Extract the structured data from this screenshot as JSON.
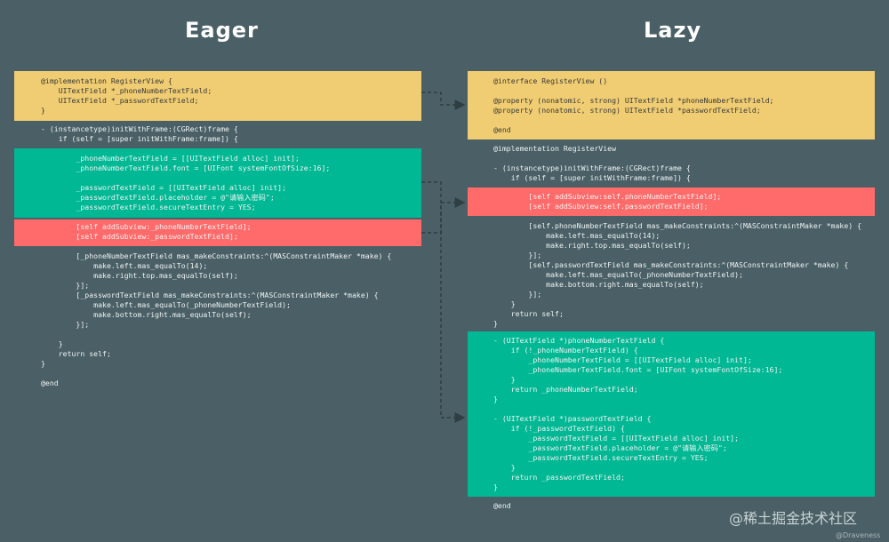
{
  "titles": {
    "left": "Eager",
    "right": "Lazy"
  },
  "colors": {
    "background": "#4a6066",
    "yellow": "#f0cd72",
    "green": "#00b894",
    "red": "#ff6b6b",
    "code_light": "#eef2f2",
    "code_dark": "#3a3a3a",
    "arrow": "#2f3e42"
  },
  "eager": {
    "header": [
      "@implementation RegisterView {",
      "    UITextField *_phoneNumberTextField;",
      "    UITextField *_passwordTextField;",
      "}"
    ],
    "init_head": [
      "- (instancetype)initWithFrame:(CGRect)frame {",
      "    if (self = [super initWithFrame:frame]) {"
    ],
    "create_block": [
      "        _phoneNumberTextField = [[UITextField alloc] init];",
      "        _phoneNumberTextField.font = [UIFont systemFontOfSize:16];",
      "",
      "        _passwordTextField = [[UITextField alloc] init];",
      "        _passwordTextField.placeholder = @\"请输入密码\";",
      "        _passwordTextField.secureTextEntry = YES;"
    ],
    "add_block": [
      "        [self addSubview:_phoneNumberTextField];",
      "        [self addSubview:_passwordTextField];"
    ],
    "tail": [
      "        [_phoneNumberTextField mas_makeConstraints:^(MASConstraintMaker *make) {",
      "            make.left.mas_equalTo(14);",
      "            make.right.top.mas_equalTo(self);",
      "        }];",
      "        [_passwordTextField mas_makeConstraints:^(MASConstraintMaker *make) {",
      "            make.left.mas_equalTo(_phoneNumberTextField);",
      "            make.bottom.right.mas_equalTo(self);",
      "        }];",
      "",
      "    }",
      "    return self;",
      "}",
      "",
      "@end"
    ]
  },
  "lazy": {
    "header": [
      "@interface RegisterView ()",
      "",
      "@property (nonatomic, strong) UITextField *phoneNumberTextField;",
      "@property (nonatomic, strong) UITextField *passwordTextField;",
      "",
      "@end"
    ],
    "init_head": [
      "@implementation RegisterView",
      "",
      "- (instancetype)initWithFrame:(CGRect)frame {",
      "    if (self = [super initWithFrame:frame]) {"
    ],
    "add_block": [
      "        [self addSubview:self.phoneNumberTextField];",
      "        [self addSubview:self.passwordTextField];"
    ],
    "middle": [
      "        [self.phoneNumberTextField mas_makeConstraints:^(MASConstraintMaker *make) {",
      "            make.left.mas_equalTo(14);",
      "            make.right.top.mas_equalTo(self);",
      "        }];",
      "        [self.passwordTextField mas_makeConstraints:^(MASConstraintMaker *make) {",
      "            make.left.mas_equalTo(_phoneNumberTextField);",
      "            make.bottom.right.mas_equalTo(self);",
      "        }];",
      "    }",
      "    return self;",
      "}"
    ],
    "getters": [
      "- (UITextField *)phoneNumberTextField {",
      "    if (!_phoneNumberTextField) {",
      "        _phoneNumberTextField = [[UITextField alloc] init];",
      "        _phoneNumberTextField.font = [UIFont systemFontOfSize:16];",
      "    }",
      "    return _phoneNumberTextField;",
      "}",
      "",
      "- (UITextField *)passwordTextField {",
      "    if (!_passwordTextField) {",
      "        _passwordTextField = [[UITextField alloc] init];",
      "        _passwordTextField.placeholder = @\"请输入密码\";",
      "        _passwordTextField.secureTextEntry = YES;",
      "    }",
      "    return _passwordTextField;",
      "}"
    ],
    "footer": [
      "@end"
    ]
  },
  "watermark": "@稀土掘金技术社区",
  "handle": "@Draveness"
}
